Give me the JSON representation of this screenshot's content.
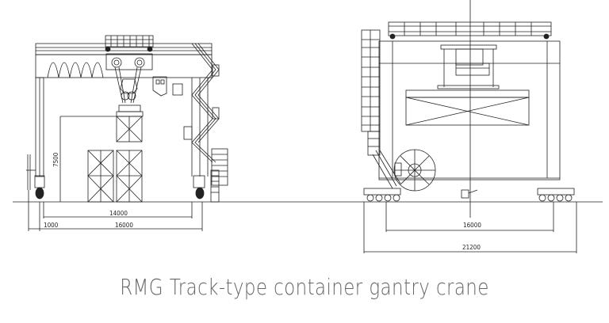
{
  "caption": "RMG Track-type container gantry crane",
  "front_view": {
    "dimensions": {
      "height": "7500",
      "rail_span": "14000",
      "overhang": "1000",
      "overall_span": "16000"
    }
  },
  "side_view": {
    "dimensions": {
      "wheelbase": "16000",
      "overall_length": "21200"
    }
  },
  "colors": {
    "line": "#222222",
    "caption": "#666666",
    "background": "#ffffff"
  }
}
